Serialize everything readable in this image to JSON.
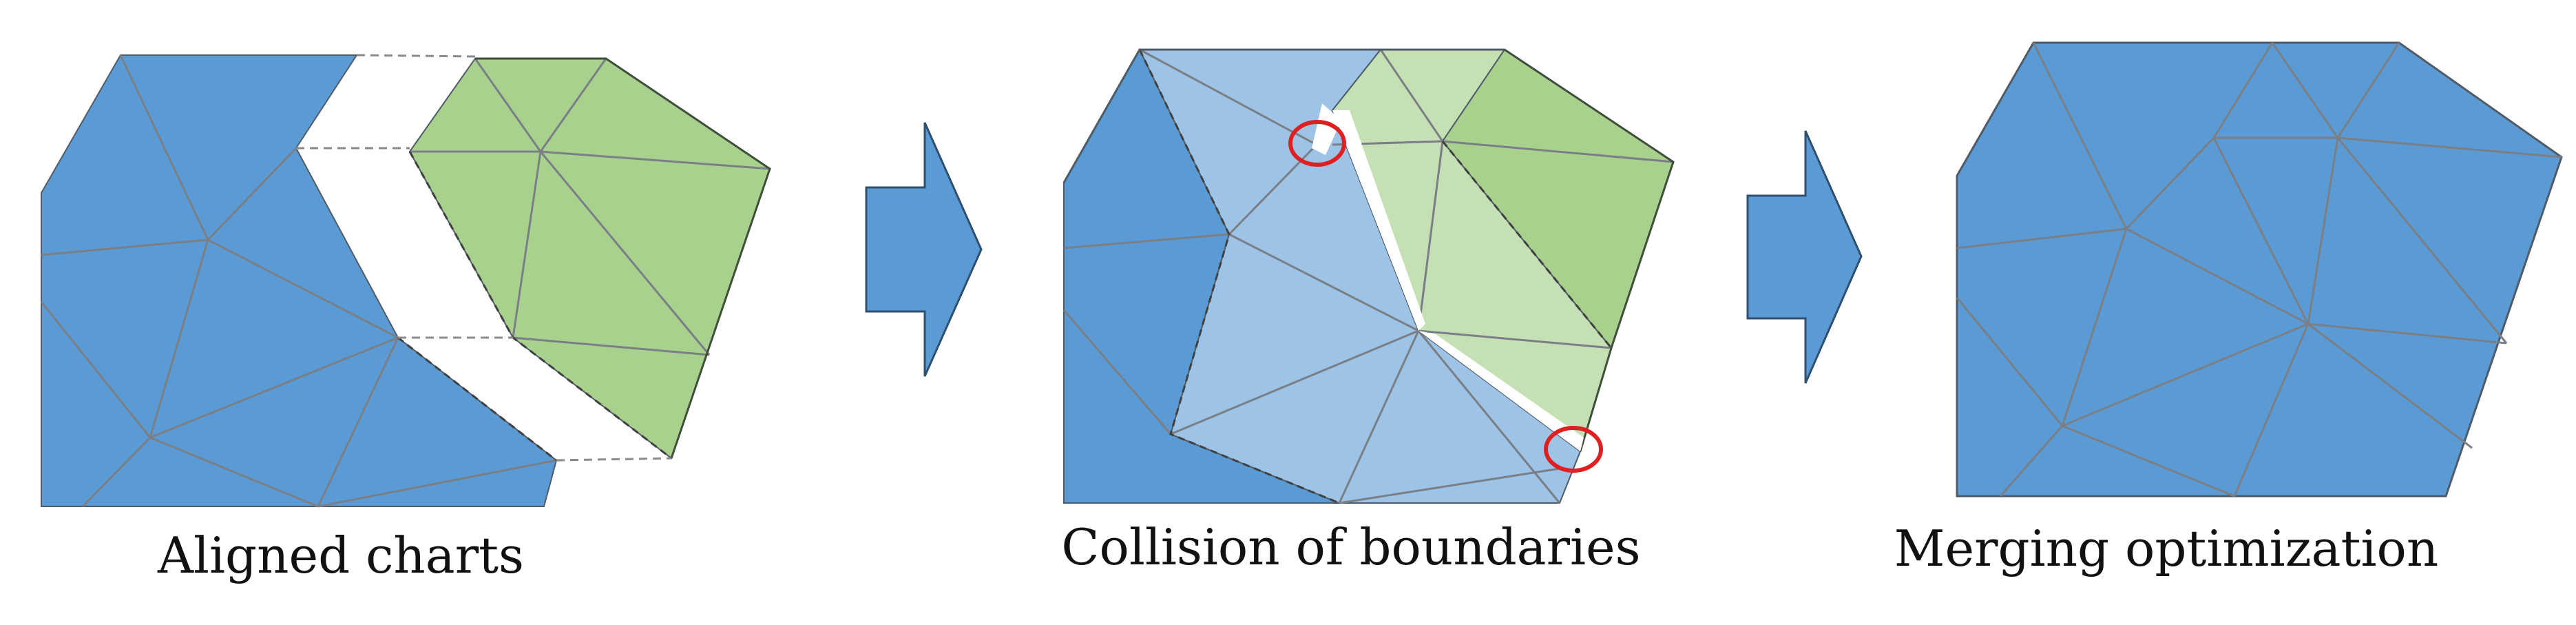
{
  "captions": {
    "aligned": "Aligned charts",
    "collision": "Collision of boundaries",
    "merging": "Merging optimization"
  },
  "colors": {
    "blue": "#5b9bd5",
    "light_blue": "#9dc3e6",
    "green": "#a9d18e",
    "light_green": "#c5e0b4",
    "edge": "#7f7f7f",
    "border": "#404040",
    "highlight": "#e02020",
    "arrow": "#5b9bd5"
  }
}
